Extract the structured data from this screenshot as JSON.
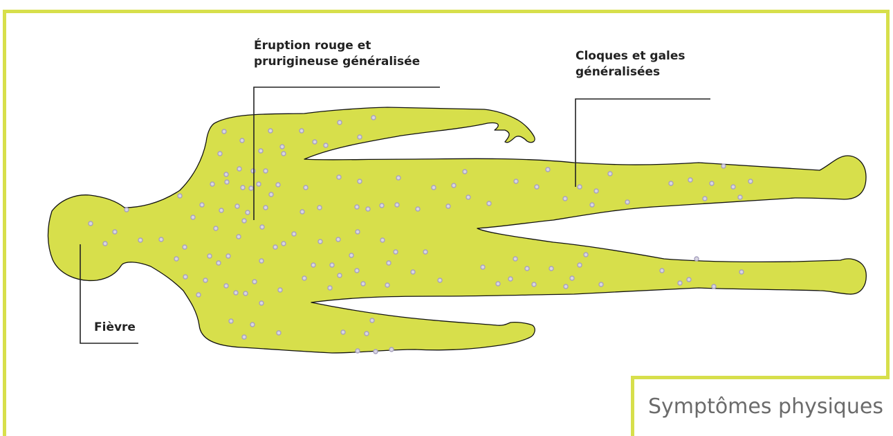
{
  "labels": {
    "rash": [
      "Éruption rouge et",
      "prurigineuse généralisée"
    ],
    "blisters": [
      "Cloques et gales",
      "généralisées"
    ],
    "fever": "Fièvre"
  },
  "caption": "Symptômes physiques",
  "colors": {
    "body_fill": "#d7df4b",
    "frame": "#d7df4b",
    "spot": "#c7c3d6",
    "outline": "#111111"
  }
}
